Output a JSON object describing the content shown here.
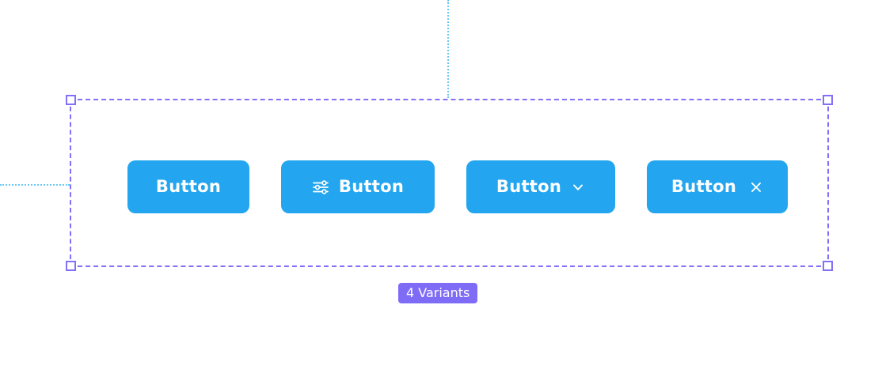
{
  "canvas": {
    "background_color": "#ffffff"
  },
  "guides": {
    "color": "#6cc8f5",
    "vertical_label": "vertical-alignment-guide",
    "horizontal_label": "horizontal-alignment-guide"
  },
  "selection": {
    "frame_name": "button-component-set",
    "border_color": "#8270f8",
    "handle_fill": "#ffffff",
    "handles": [
      "top-left",
      "top-right",
      "bottom-left",
      "bottom-right"
    ]
  },
  "component_set": {
    "badge_label": "4 Variants",
    "badge_color": "#7f6cf6",
    "variant_count": 4,
    "button_color": "#23a6ef",
    "button_text_color": "#ffffff",
    "variants": [
      {
        "id": "default",
        "label": "Button",
        "leading_icon": null,
        "trailing_icon": null
      },
      {
        "id": "with-leading-icon",
        "label": "Button",
        "leading_icon": "sliders-icon",
        "trailing_icon": null
      },
      {
        "id": "dropdown",
        "label": "Button",
        "leading_icon": null,
        "trailing_icon": "chevron-down-icon"
      },
      {
        "id": "dismissible",
        "label": "Button",
        "leading_icon": null,
        "trailing_icon": "close-icon"
      }
    ]
  }
}
